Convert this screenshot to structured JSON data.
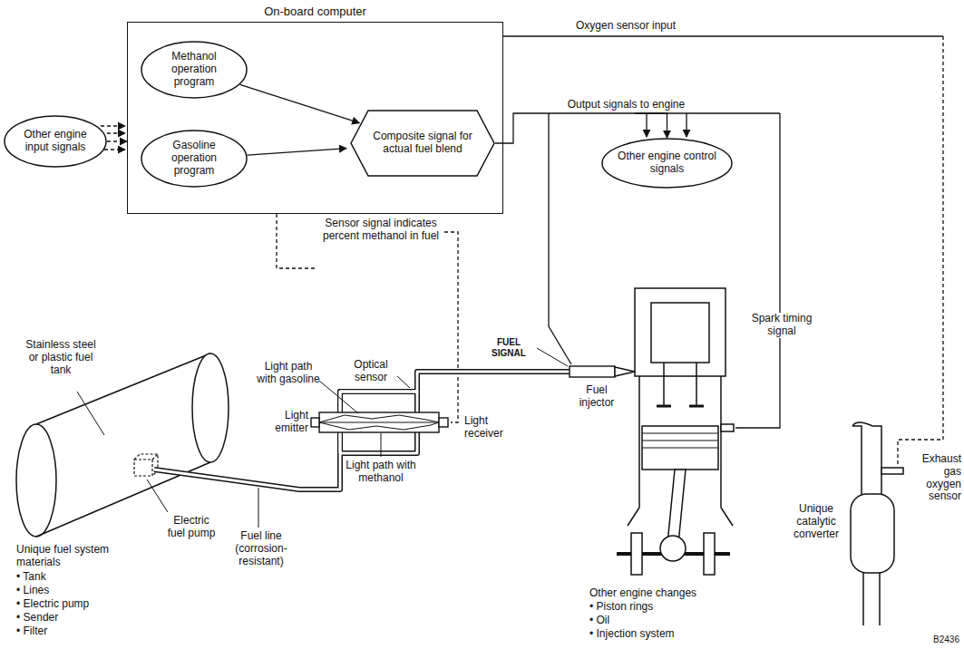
{
  "diagram": {
    "nodes": [
      {
        "text": [
          "On-board computer"
        ]
      },
      {
        "text": [
          "Methanol operation program"
        ],
        "in": 0
      },
      {
        "text": [
          "Gasoline operation program"
        ],
        "in": 0
      },
      {
        "text": [
          "Composite signal for actual fuel blend"
        ],
        "in": 0
      },
      {
        "text": [
          "Other engine input signals"
        ]
      },
      {
        "text": [
          "Other engine control signals"
        ]
      }
    ],
    "edges": [
      {
        "from": 1,
        "to": 3,
        "arrow": "to"
      },
      {
        "from": 2,
        "to": 3,
        "arrow": "to"
      },
      {
        "from": 4,
        "to": 0,
        "arrow": "to"
      },
      {
        "from": 3,
        "to": 5,
        "label": "Output signals to engine",
        "arrow": "to"
      }
    ],
    "labels": [
      "Oxygen sensor input",
      "Sensor signal indicates percent methanol in fuel",
      "Stainless steel or plastic fuel tank",
      "Light path with gasoline",
      "Optical sensor",
      "Light emitter",
      "Light path with methanol",
      "Light receiver",
      "FUEL SIGNAL",
      "Fuel injector",
      "Spark timing signal",
      "Electric fuel pump",
      "Fuel line (corrosion-resistant)",
      "Unique fuel system materials",
      "• Tank",
      "• Lines",
      "• Electric pump",
      "• Sender",
      "• Filter",
      "Other engine changes",
      "• Piston rings",
      "• Oil",
      "• Injection system",
      "Unique catalytic converter",
      "Exhaust gas oxygen sensor",
      "B2436"
    ]
  }
}
